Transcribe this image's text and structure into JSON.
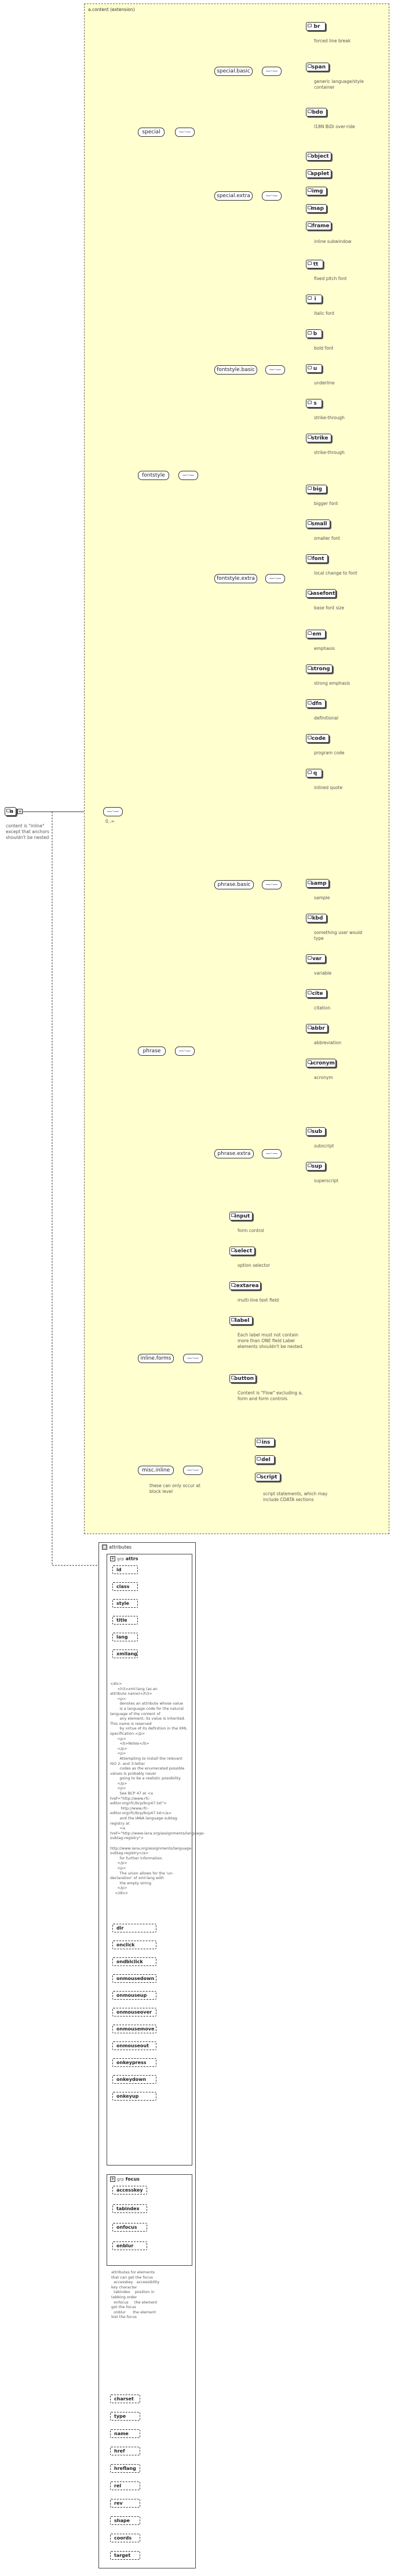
{
  "any_group_label": "a.content (extension)",
  "root": {
    "name": "a",
    "note": "content is \"inline\" except that anchors shouldn't be nested"
  },
  "root_seq_occurrence": "0..∞",
  "groups": {
    "special": "special",
    "fontstyle": "fontstyle",
    "phrase": "phrase",
    "inline_forms": "inline.forms",
    "misc_inline": "misc.inline"
  },
  "subgroups": {
    "special_basic": "special.basic",
    "special_extra": "special.extra",
    "fontstyle_basic": "fontstyle.basic",
    "fontstyle_extra": "fontstyle.extra",
    "phrase_basic": "phrase.basic",
    "phrase_extra": "phrase.extra"
  },
  "elements": {
    "br": "br",
    "br_desc": "forced line break",
    "span": "span",
    "span_desc": "generic language/style container",
    "bdo": "bdo",
    "bdo_desc": "I18N BiDi over-ride",
    "object": "object",
    "applet": "applet",
    "img": "img",
    "map": "map",
    "iframe": "iframe",
    "iframe_desc": "inline subwindow",
    "tt": "tt",
    "tt_desc": "fixed pitch font",
    "i": "i",
    "i_desc": "italic font",
    "b": "b",
    "b_desc": "bold font",
    "u": "u",
    "u_desc": "underline",
    "s": "s",
    "s_desc": "strike-through",
    "strike": "strike",
    "strike_desc": "strike-through",
    "big": "big",
    "big_desc": "bigger font",
    "small": "small",
    "small_desc": "smaller font",
    "font": "font",
    "font_desc": "local change to font",
    "basefont": "basefont",
    "basefont_desc": "base font size",
    "em": "em",
    "em_desc": "emphasis",
    "strong": "strong",
    "strong_desc": "strong emphasis",
    "dfn": "dfn",
    "dfn_desc": "definitional",
    "code": "code",
    "code_desc": "program code",
    "q": "q",
    "q_desc": "inlined quote",
    "samp": "samp",
    "samp_desc": "sample",
    "kbd": "kbd",
    "kbd_desc": "something user would type",
    "var": "var",
    "var_desc": "variable",
    "cite": "cite",
    "cite_desc": "citation",
    "abbr": "abbr",
    "abbr_desc": "abbreviation",
    "acronym": "acronym",
    "acronym_desc": "acronym",
    "sub": "sub",
    "sub_desc": "subscript",
    "sup": "sup",
    "sup_desc": "superscript",
    "input": "input",
    "input_desc": "form control",
    "select": "select",
    "select_desc": "option selector",
    "textarea": "textarea",
    "textarea_desc": "multi-line text field",
    "label": "label",
    "label_desc": "Each label must not contain more than ONE field Label elements shouldn't be nested.",
    "button": "button",
    "button_desc": "Content is \"Flow\" excluding a, form and form controls",
    "ins": "ins",
    "del": "del",
    "script": "script",
    "script_desc": "script statements, which may include CDATA sections",
    "misc_inline_desc": "these can only occur at block level"
  },
  "attribute_panel": {
    "title": "attributes",
    "attrs_group": "attrs",
    "coreattrs": [
      "id",
      "class",
      "style",
      "title",
      "lang",
      "xmllang"
    ],
    "xmllang_doc": "<div>\n      <h3>xml:lang (as an\nattribute name)</h3>\n      <p>\n        denotes an attribute whose value\n        is a language code for the natural language of the content of\n        any element; its value is inherited.  This name is reserved\n        by virtue of its definition in the XML specification.</p>\n      <p>\n        <b>Notes</b>\n      </p>\n      <p>\n        Attempting to install the relevant ISO 2- and 3-letter\n        codes as the enumerated possible values is probably never\n        going to be a realistic possibility.\n      </p>\n      <p>\n        See BCP 47 at <a\nhref=\"http://www.rfc-editor.org/rfc/bcp/bcp47.txt\">\n         http://www.rfc-editor.org/rfc/bcp/bcp47.txt</a>\n        and the IANA language subtag registry at\n        <a\nhref=\"http://www.iana.org/assignments/language-subtag-registry\">\n         http://www.iana.org/assignments/language-subtag-registry</a>\n        for further information.\n      </p>\n      <p>\n        The union allows for the 'un-declaration' of xml:lang with\n        the empty string.\n      </p>\n    </div>",
    "events": [
      "dir",
      "onclick",
      "ondblclick",
      "onmousedown",
      "onmouseup",
      "onmouseover",
      "onmousemove",
      "onmouseout",
      "onkeypress",
      "onkeydown",
      "onkeyup"
    ],
    "focus_group": "focus",
    "focus_attrs": [
      "accesskey",
      "tabindex",
      "onfocus",
      "onblur"
    ],
    "focus_doc": "attributes for elements\nthat can get the focus\n  accesskey   accessibility\nkey character\n  tabindex    position in\ntabbing order\n  onfocus     the element\ngot the focus\n  onblur      the element\nlost the focus",
    "own_attrs": [
      "charset",
      "type",
      "name",
      "href",
      "hreflang",
      "rel",
      "rev",
      "shape",
      "coords",
      "target"
    ]
  }
}
